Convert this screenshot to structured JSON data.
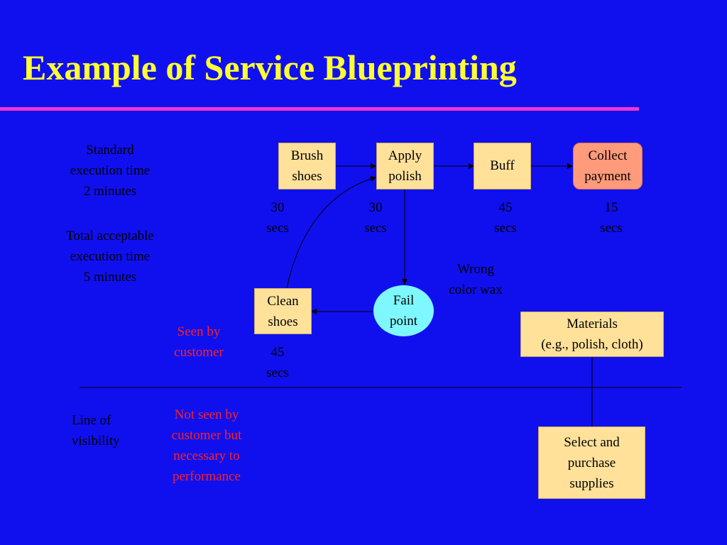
{
  "title": "Example of Service Blueprinting",
  "left_notes": {
    "standard": "Standard\nexecution time\n2 minutes",
    "total": "Total acceptable\nexecution time\n5 minutes",
    "seen_by_customer": "Seen by\ncustomer",
    "line_of_visibility": "Line of\nvisibility",
    "not_seen": "Not seen by\ncustomer but\nnecessary to\nperformance"
  },
  "steps": {
    "brush": {
      "label": "Brush\nshoes",
      "time": "30\nsecs"
    },
    "apply": {
      "label": "Apply\npolish",
      "time": "30\nsecs"
    },
    "buff": {
      "label": "Buff",
      "time": "45\nsecs"
    },
    "collect": {
      "label": "Collect\npayment",
      "time": "15\nsecs"
    },
    "clean": {
      "label": "Clean\nshoes",
      "time": "45\nsecs"
    }
  },
  "fail_point": {
    "label": "Fail\npoint",
    "note": "Wrong\ncolor wax"
  },
  "materials": "Materials\n(e.g., polish, cloth)",
  "supplies": "Select and\npurchase\nsupplies",
  "colors": {
    "background": "#1010ee",
    "title": "#ffff33",
    "title_rule": "#ff33cc",
    "step_box": "#ffe19a",
    "payment_box": "#ff9a7a",
    "fail_point": "#7ff7ff",
    "red_text": "#ff2020"
  }
}
